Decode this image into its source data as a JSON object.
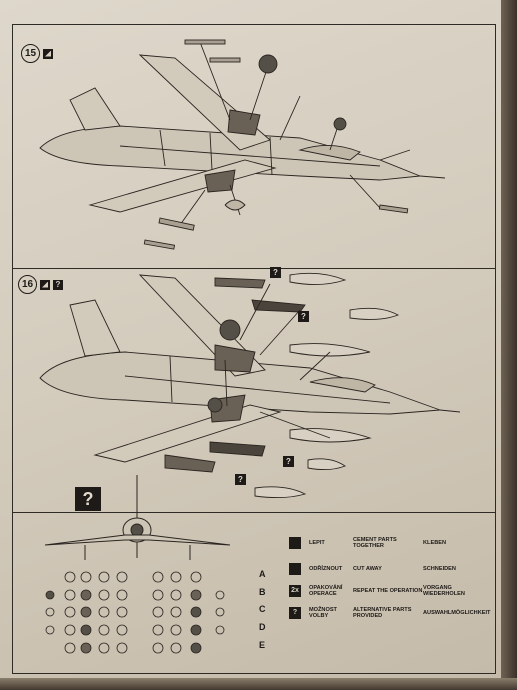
{
  "steps": [
    {
      "number": "15"
    },
    {
      "number": "16"
    }
  ],
  "legend": [
    {
      "icon": "cement-icon",
      "glyph": "",
      "cz": "LEPIT",
      "en": "CEMENT PARTS TOGETHER",
      "de": "KLEBEN"
    },
    {
      "icon": "cut-away-icon",
      "glyph": "",
      "cz": "ODŘÍZNOUT",
      "en": "CUT AWAY",
      "de": "SCHNEIDEN"
    },
    {
      "icon": "repeat-icon",
      "glyph": "2x",
      "cz": "OPAKOVÁNÍ OPERACE",
      "en": "REPEAT THE OPERATION",
      "de": "VORGANG WIEDERHOLEN"
    },
    {
      "icon": "alternative-icon",
      "glyph": "?",
      "cz": "MOŽNOST VOLBY",
      "en": "ALTERNATIVE PARTS PROVIDED",
      "de": "AUSWAHLMÖGLICHKEIT"
    }
  ],
  "option_rows": [
    "A",
    "B",
    "C",
    "D",
    "E"
  ],
  "question_glyph": "?"
}
